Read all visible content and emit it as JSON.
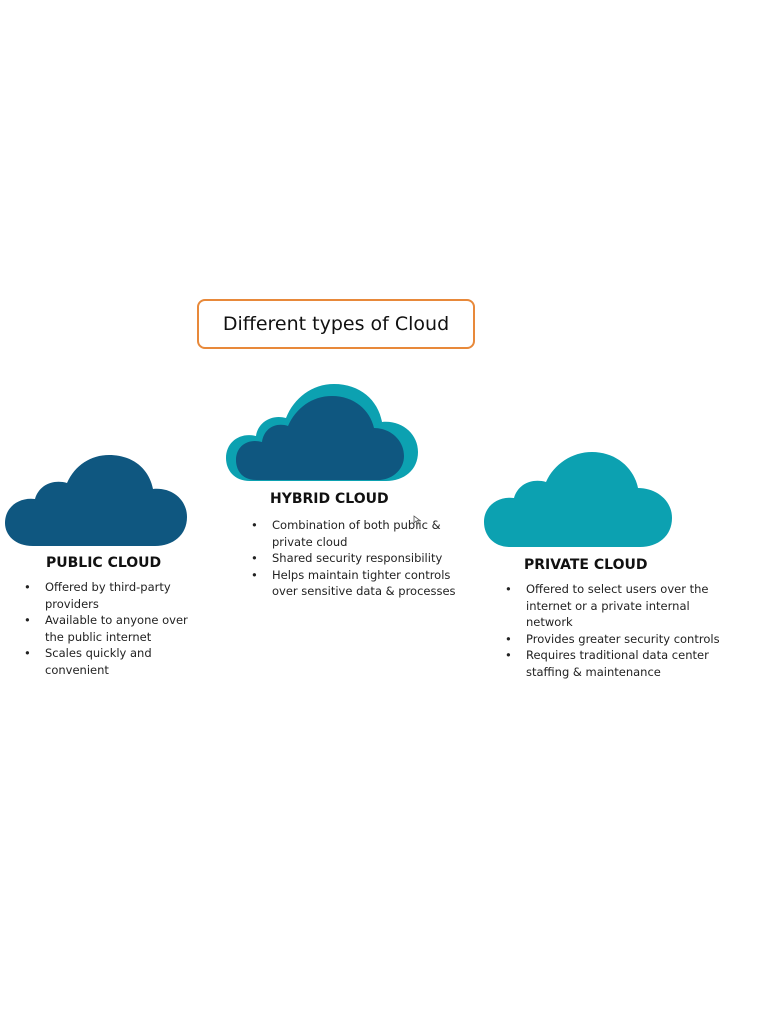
{
  "title": "Different types of Cloud",
  "colors": {
    "title_border": "#e8893a",
    "dark_blue": "#0f5780",
    "teal": "#0ca1b1"
  },
  "clouds": [
    {
      "name": "PUBLIC CLOUD",
      "icon": "cloud-icon",
      "color": "#0f5780",
      "bullets": [
        "Offered by third-party providers",
        "Available to anyone over the public internet",
        "Scales quickly and convenient"
      ]
    },
    {
      "name": "HYBRID CLOUD",
      "icon": "cloud-icon",
      "color": "#0f5780",
      "bullets": [
        "Combination of both public & private cloud",
        "Shared security responsibility",
        "Helps maintain tighter controls over sensitive data & processes"
      ]
    },
    {
      "name": "PRIVATE CLOUD",
      "icon": "cloud-icon",
      "color": "#0ca1b1",
      "bullets": [
        "Offered to select users over the internet or a private internal network",
        "Provides greater security controls",
        "Requires traditional data center staffing & maintenance"
      ]
    }
  ]
}
